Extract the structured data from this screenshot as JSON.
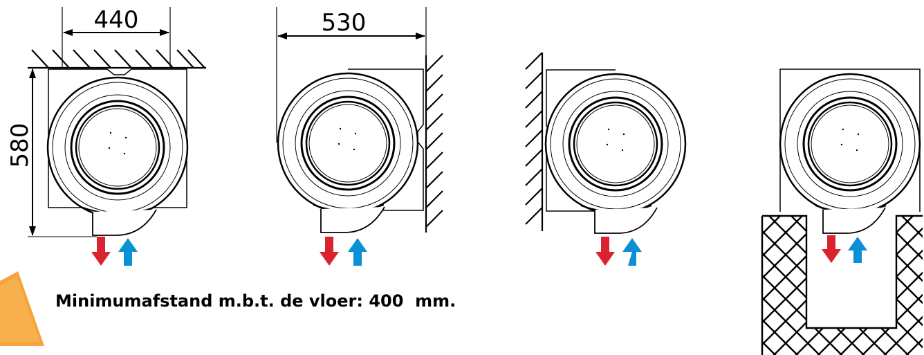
{
  "dimensions": {
    "width_label": "440",
    "depth_label": "530",
    "height_label": "580"
  },
  "note": "Minimumafstand m.b.t. de vloer: 400  mm.",
  "colors": {
    "hot_arrow": "#d9232e",
    "cold_arrow": "#0b8fd6",
    "warning": "#f5a33b",
    "line": "#000000"
  },
  "icons": [
    "warning-triangle-icon",
    "air-out-arrow-icon",
    "air-in-arrow-icon"
  ]
}
